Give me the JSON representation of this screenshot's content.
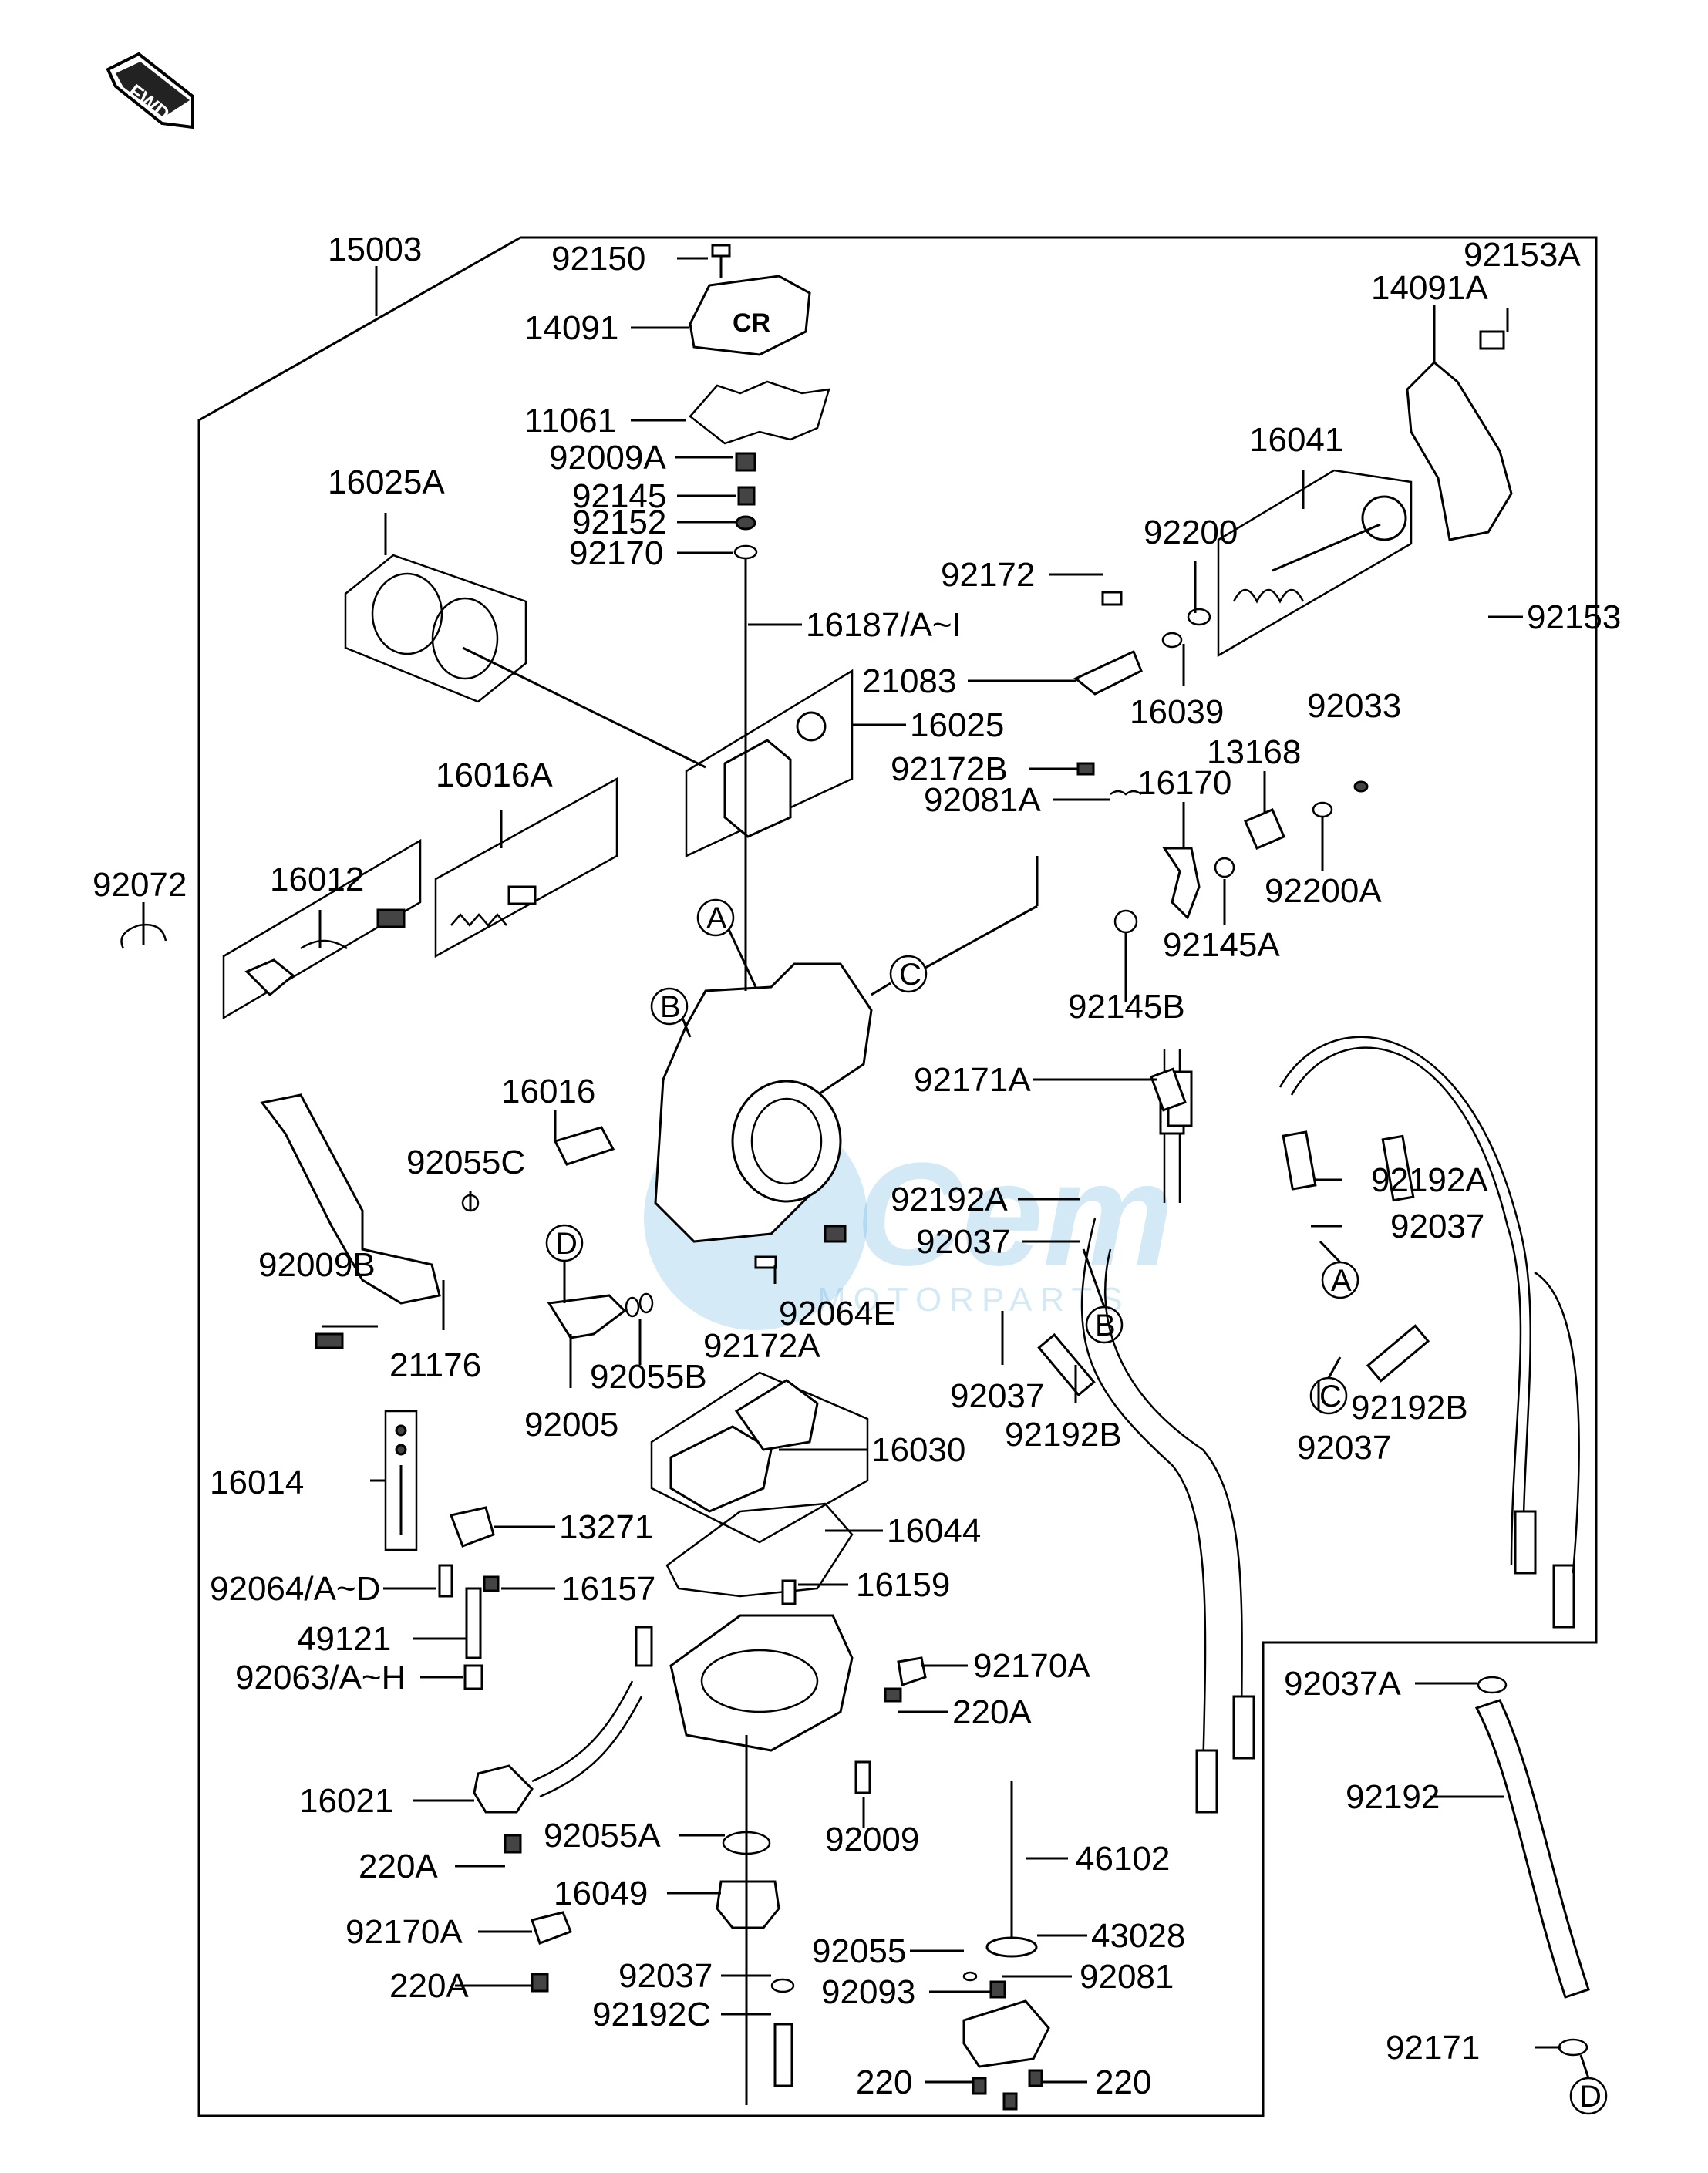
{
  "diagram": {
    "fwd_badge": "FWD",
    "watermark": {
      "brand": "Cem",
      "sub": "MOTORPARTS",
      "color": "#3d9fd8"
    },
    "callouts": [
      "A",
      "B",
      "C",
      "D"
    ],
    "labels": {
      "p15003": "15003",
      "p92150": "92150",
      "p14091": "14091",
      "p11061": "11061",
      "p92009A": "92009A",
      "p92145": "92145",
      "p92152": "92152",
      "p92170": "92170",
      "p16187": "16187/A~I",
      "p16025": "16025",
      "p16025A": "16025A",
      "p92153A": "92153A",
      "p14091A": "14091A",
      "p16041": "16041",
      "p92200": "92200",
      "p92172": "92172",
      "p92153": "92153",
      "p21083": "21083",
      "p16039": "16039",
      "p92033": "92033",
      "p92172B": "92172B",
      "p13168": "13168",
      "p16170": "16170",
      "p92081A": "92081A",
      "p92200A": "92200A",
      "p92145A": "92145A",
      "p92145B": "92145B",
      "p92072": "92072",
      "p16016A": "16016A",
      "p16012": "16012",
      "p16016": "16016",
      "p92055C": "92055C",
      "p92009B": "92009B",
      "p21176": "21176",
      "p92171A": "92171A",
      "p92192A_l": "92192A",
      "p92192A_r": "92192A",
      "p92037_a": "92037",
      "p92037_b": "92037",
      "p92037_c": "92037",
      "p92037_d": "92037",
      "p92064E": "92064E",
      "p92172A": "92172A",
      "p92055B": "92055B",
      "p92005": "92005",
      "p92192B_l": "92192B",
      "p92192B_r": "92192B",
      "p16014": "16014",
      "p16030": "16030",
      "p13271": "13271",
      "p16044": "16044",
      "p92064AD": "92064/A~D",
      "p16157": "16157",
      "p16159": "16159",
      "p49121": "49121",
      "p92063AH": "92063/A~H",
      "p92170A_r": "92170A",
      "p220A_r": "220A",
      "p16021": "16021",
      "p92055A": "92055A",
      "p92009": "92009",
      "p220A_l1": "220A",
      "p16049": "16049",
      "p46102": "46102",
      "p92170A_l": "92170A",
      "p92055": "92055",
      "p43028": "43028",
      "p220A_l2": "220A",
      "p92037_e": "92037",
      "p92093": "92093",
      "p92081": "92081",
      "p92192C": "92192C",
      "p220_l": "220",
      "p220_r": "220",
      "p92037A": "92037A",
      "p92192": "92192",
      "p92171": "92171"
    }
  }
}
